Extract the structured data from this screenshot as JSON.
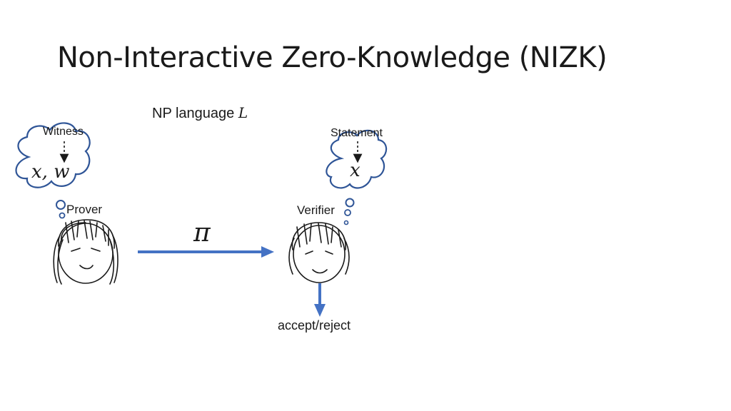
{
  "title": "Non-Interactive Zero-Knowledge (NIZK)",
  "language_label": "NP language",
  "language_symbol": "L",
  "prover": {
    "role_label": "Prover",
    "thought_caption": "Witness",
    "thought_content": "x, w"
  },
  "verifier": {
    "role_label": "Verifier",
    "thought_caption": "Statement",
    "thought_content": "x",
    "output_label": "accept/reject"
  },
  "message": {
    "symbol": "π"
  },
  "colors": {
    "arrow": "#4472C4",
    "cloud_stroke": "#2F5597",
    "text": "#1a1a1a"
  }
}
